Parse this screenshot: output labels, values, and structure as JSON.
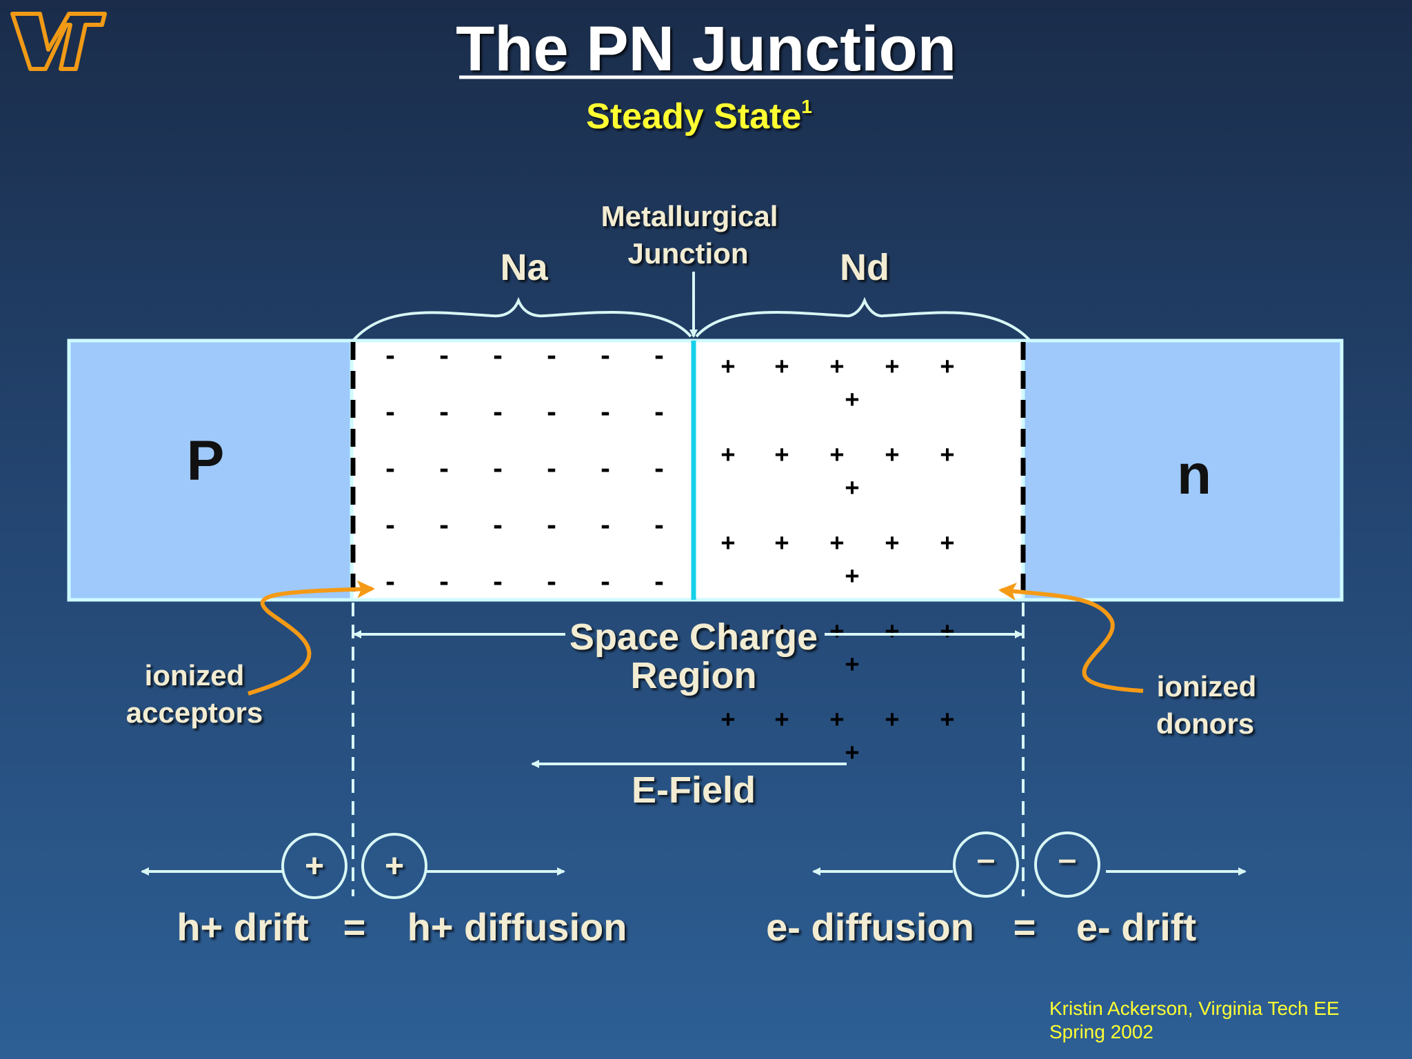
{
  "logo_text": "VT",
  "title": "The PN Junction",
  "subtitle": {
    "text": "Steady State",
    "superscript": "1"
  },
  "labels": {
    "metallurgical_line1": "Metallurgical",
    "metallurgical_line2": "Junction",
    "na": "Na",
    "nd": "Nd",
    "p_region": "P",
    "n_region": "n",
    "scr_line1": "Space Charge",
    "scr_line2": "Region",
    "efield": "E-Field",
    "ionized_acceptors_line1": "ionized",
    "ionized_acceptors_line2": "acceptors",
    "ionized_donors_line1": "ionized",
    "ionized_donors_line2": "donors"
  },
  "carriers": {
    "hole_symbol": "+",
    "electron_symbol": "–",
    "h_drift": "h+ drift",
    "h_diffusion": "h+ diffusion",
    "e_diffusion": "e- diffusion",
    "e_drift": "e- drift",
    "equals": "="
  },
  "ions": {
    "acceptor_symbol": "-",
    "donor_symbol": "+",
    "acceptor_columns": 6,
    "acceptor_rows": 5,
    "donor_columns": 5,
    "donor_rows": 5
  },
  "credit": {
    "line1": "Kristin Ackerson, Virginia Tech EE",
    "line2": "Spring 2002"
  },
  "colors": {
    "bulk_region": "#9ec9fa",
    "region_border": "#cffaff",
    "depletion": "#ffffff",
    "junction_line": "#15d0e8",
    "arrow_orange": "#f59a16",
    "line_light": "#d8f7f5",
    "logo_orange": "#f09a16"
  }
}
